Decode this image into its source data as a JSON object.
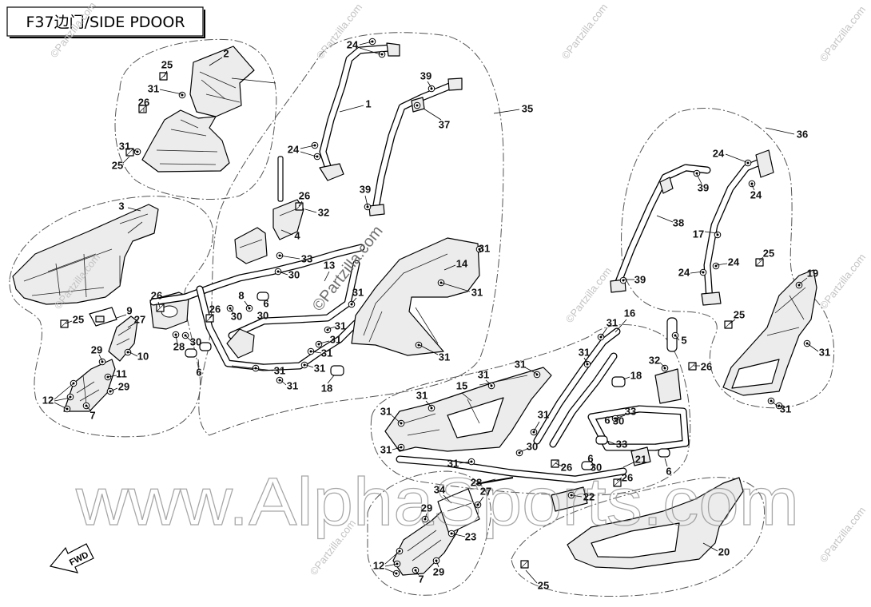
{
  "title": "F37边门/SIDE PDOOR",
  "fwd_label": "FWD",
  "watermarks": {
    "site": "www.AlphaSports.com",
    "partzilla": "©Partzilla.com"
  },
  "callouts": [
    "2",
    "25",
    "31",
    "26",
    "31",
    "25",
    "24",
    "1",
    "39",
    "37",
    "35",
    "24",
    "39",
    "26",
    "32",
    "4",
    "3",
    "33",
    "13",
    "31",
    "14",
    "30",
    "31",
    "31",
    "8",
    "6",
    "30",
    "26",
    "26",
    "30",
    "9",
    "27",
    "25",
    "31",
    "31",
    "31",
    "30",
    "28",
    "10",
    "29",
    "6",
    "31",
    "31",
    "31",
    "11",
    "29",
    "31",
    "18",
    "12",
    "7",
    "36",
    "24",
    "39",
    "24",
    "38",
    "17",
    "25",
    "24",
    "24",
    "19",
    "39",
    "25",
    "16",
    "31",
    "5",
    "31",
    "31",
    "31",
    "32",
    "26",
    "31",
    "18",
    "15",
    "31",
    "31",
    "31",
    "31",
    "6",
    "33",
    "30",
    "31",
    "30",
    "33",
    "31",
    "6",
    "26",
    "30",
    "21",
    "6",
    "26",
    "28",
    "34",
    "27",
    "22",
    "29",
    "23",
    "20",
    "12",
    "29",
    "7",
    "25"
  ]
}
